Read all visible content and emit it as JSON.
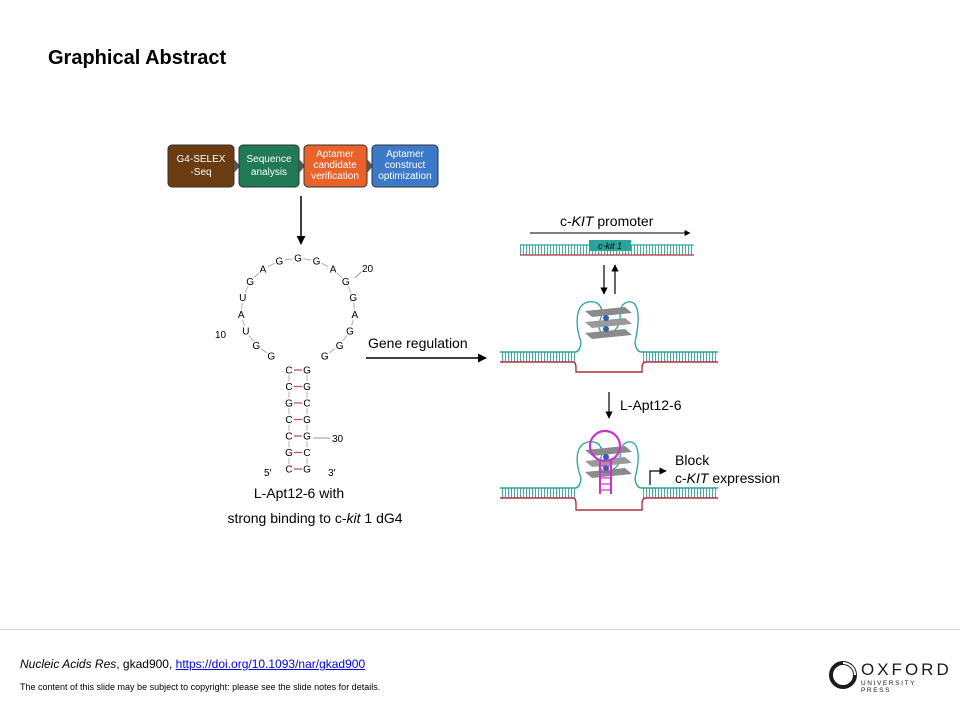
{
  "slide": {
    "title": "Graphical Abstract"
  },
  "workflow": {
    "steps": [
      {
        "line1": "G4-SELEX",
        "line2": "-Seq",
        "line3": "",
        "color": "#6b3b12"
      },
      {
        "line1": "Sequence",
        "line2": "analysis",
        "line3": "",
        "color": "#1f7a55"
      },
      {
        "line1": "Aptamer",
        "line2": "candidate",
        "line3": "verification",
        "color": "#e8622a"
      },
      {
        "line1": "Aptamer",
        "line2": "construct",
        "line3": "optimization",
        "color": "#3d79c9"
      }
    ]
  },
  "aptamer": {
    "loop_bases": [
      "G",
      "G",
      "U",
      "A",
      "U",
      "G",
      "A",
      "G",
      "G",
      "G",
      "A",
      "G",
      "G",
      "A",
      "G",
      "G",
      "G"
    ],
    "stem_left": [
      "C",
      "C",
      "G",
      "C",
      "C",
      "G",
      "C"
    ],
    "stem_right": [
      "G",
      "G",
      "C",
      "G",
      "G",
      "C",
      "G"
    ],
    "pos_label_10": "10",
    "pos_label_20": "20",
    "pos_label_30": "30",
    "end_5": "5′",
    "end_3": "3′",
    "caption_line1": "L-Apt12-6 with",
    "caption_line2_prefix": "strong binding to c-",
    "caption_line2_italic": "kit",
    "caption_line2_suffix": " 1 dG4"
  },
  "gene_regulation": {
    "label": "Gene regulation"
  },
  "promoter": {
    "label_prefix": "c-",
    "label_italic": "KIT",
    "label_suffix": " promoter",
    "site_label": "c-kit 1"
  },
  "binding_step": {
    "label": "L-Apt12-6"
  },
  "outcome": {
    "line1": "Block",
    "line2_prefix": "c-",
    "line2_italic": "KIT",
    "line2_suffix": " expression"
  },
  "footer": {
    "journal": "Nucleic Acids Res",
    "article_id": ", gkad900, ",
    "doi_link": "https://doi.org/10.1093/nar/gkad900",
    "copyright": "The content of this slide may be subject to copyright: please see the slide notes for details.",
    "publisher_main": "OXFORD",
    "publisher_sub": "UNIVERSITY PRESS"
  },
  "colors": {
    "dna_teal": "#2aa39a",
    "dna_red": "#b03040",
    "magenta": "#cc33cc",
    "plate": "#8a8a8a",
    "cation": "#2f5fb0"
  }
}
